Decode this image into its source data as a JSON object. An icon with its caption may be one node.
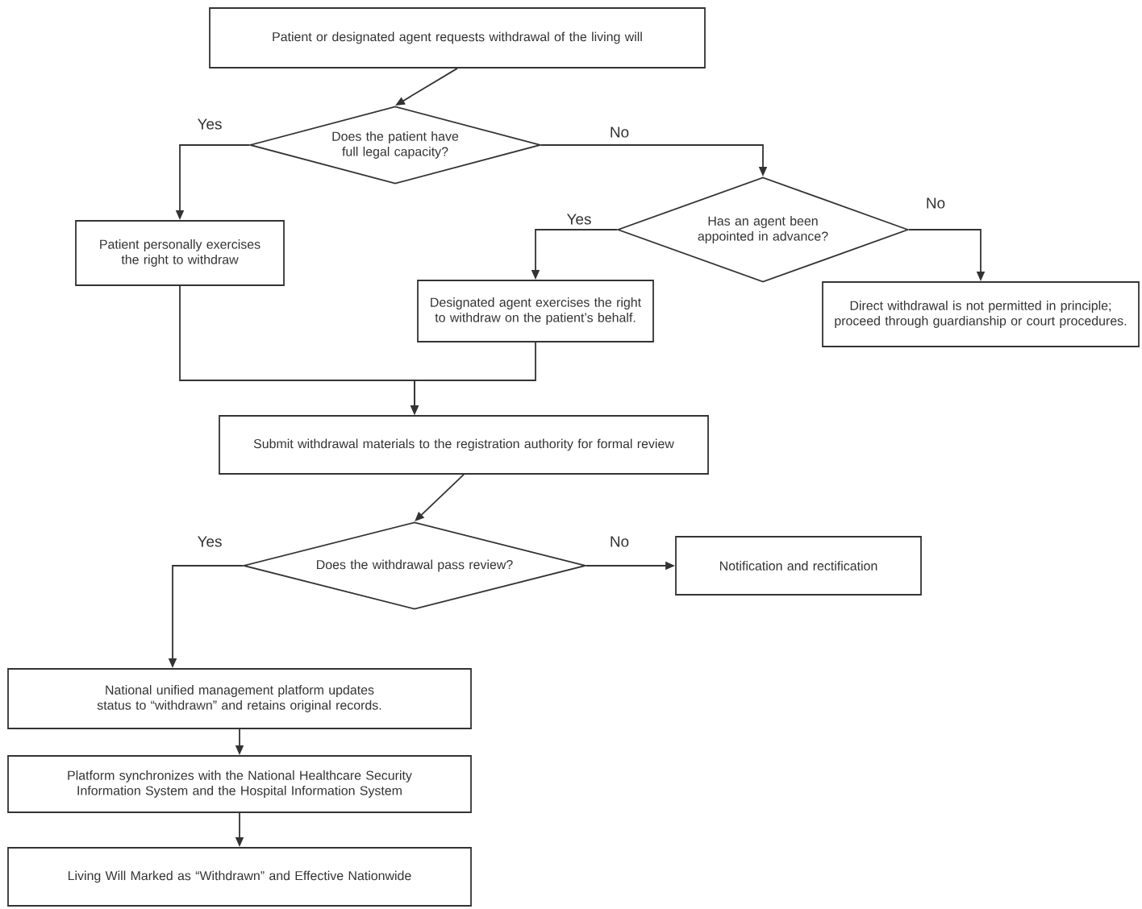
{
  "diagram": {
    "nodes": [
      {
        "text": [
          "Patient or designated agent requests withdrawal of the living will"
        ]
      },
      {
        "text": [
          "Does the patient have full legal capacity?"
        ]
      },
      {
        "text": [
          "Patient personally exercises the right to withdraw"
        ]
      },
      {
        "text": [
          "Has an agent been appointed in advance?"
        ]
      },
      {
        "text": [
          "Designated agent exercises the right to withdraw on the patient’s behalf."
        ]
      },
      {
        "text": [
          "Direct withdrawal is not permitted in principle; proceed through guardianship or court procedures."
        ]
      },
      {
        "text": [
          "Submit withdrawal materials to the registration authority for formal review"
        ]
      },
      {
        "text": [
          "Does the withdrawal pass review?"
        ]
      },
      {
        "text": [
          "Notification and rectification"
        ]
      },
      {
        "text": [
          "National unified management platform updates status to “withdrawn” and retains original records."
        ]
      },
      {
        "text": [
          "Platform synchronizes with the National Healthcare Security Information System and the Hospital Information System"
        ]
      },
      {
        "text": [
          "Living Will Marked as “Withdrawn” and Effective Nationwide"
        ]
      }
    ],
    "edges": [
      {
        "from": 0,
        "to": 1,
        "arrow": "to"
      },
      {
        "from": 1,
        "to": 2,
        "arrow": "to",
        "label": "Yes"
      },
      {
        "from": 1,
        "to": 3,
        "arrow": "to",
        "label": "No"
      },
      {
        "from": 3,
        "to": 4,
        "arrow": "to",
        "label": "Yes"
      },
      {
        "from": 3,
        "to": 5,
        "arrow": "to",
        "label": "No"
      },
      {
        "from": 2,
        "to": 6,
        "arrow": "to"
      },
      {
        "from": 4,
        "to": 6,
        "arrow": "to"
      },
      {
        "from": 6,
        "to": 7,
        "arrow": "to"
      },
      {
        "from": 7,
        "to": 9,
        "arrow": "to",
        "label": "Yes"
      },
      {
        "from": 7,
        "to": 8,
        "arrow": "to",
        "label": "No"
      },
      {
        "from": 9,
        "to": 10,
        "arrow": "to"
      },
      {
        "from": 10,
        "to": 11,
        "arrow": "to"
      }
    ]
  }
}
